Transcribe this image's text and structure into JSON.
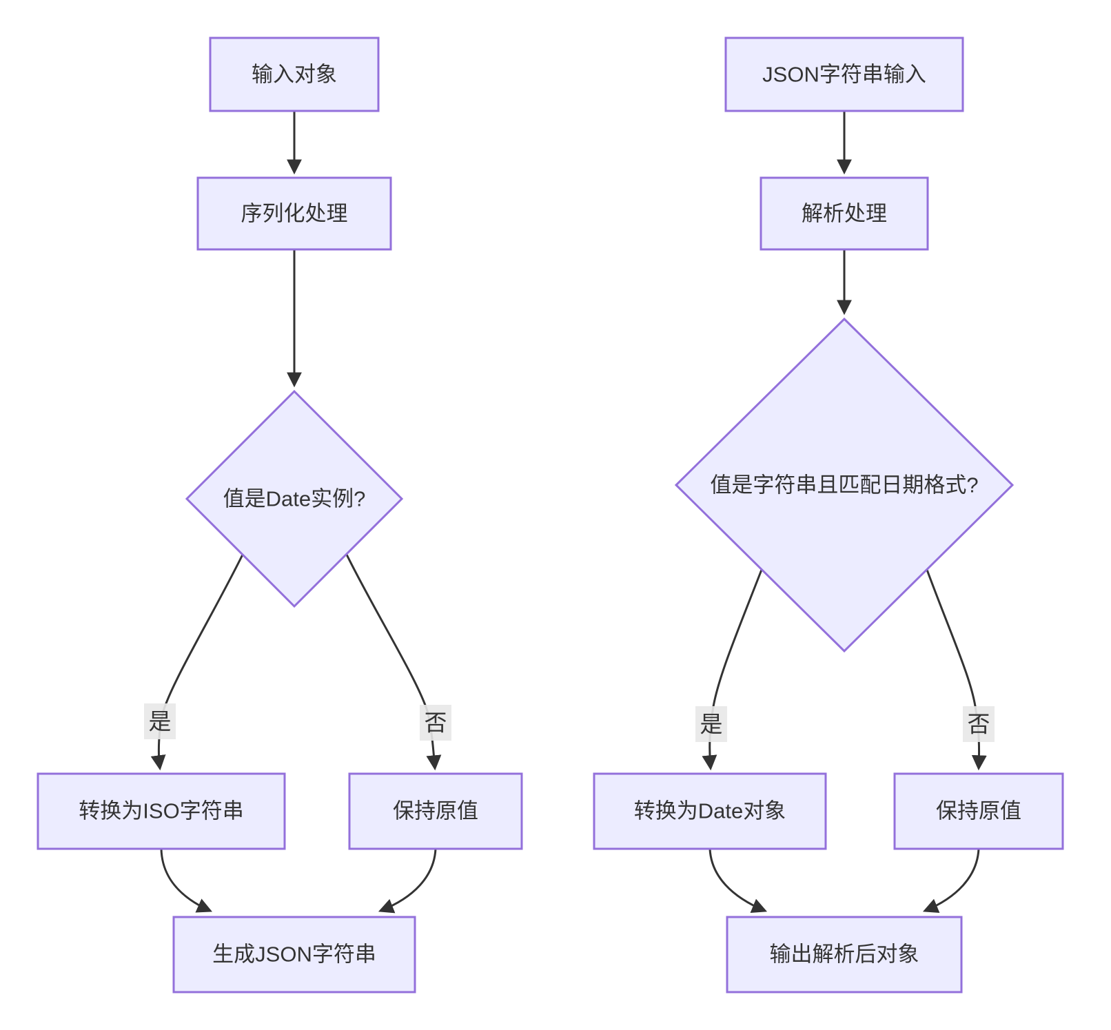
{
  "diagram": {
    "kind": "flowchart",
    "direction": "top-down",
    "colors": {
      "background": "#ffffff",
      "node_fill": "#ececff",
      "node_border": "#9370db",
      "edge_color": "#333333",
      "text_color": "#333333",
      "edge_label_bg": "#e8e8e8"
    },
    "serialize_flow": {
      "input": "输入对象",
      "process": "序列化处理",
      "decision": "值是Date实例?",
      "yes_edge_label": "是",
      "no_edge_label": "否",
      "yes_result": "转换为ISO字符串",
      "no_result": "保持原值",
      "output": "生成JSON字符串"
    },
    "parse_flow": {
      "input": "JSON字符串输入",
      "process": "解析处理",
      "decision": "值是字符串且匹配日期格式?",
      "yes_edge_label": "是",
      "no_edge_label": "否",
      "yes_result": "转换为Date对象",
      "no_result": "保持原值",
      "output": "输出解析后对象"
    }
  }
}
